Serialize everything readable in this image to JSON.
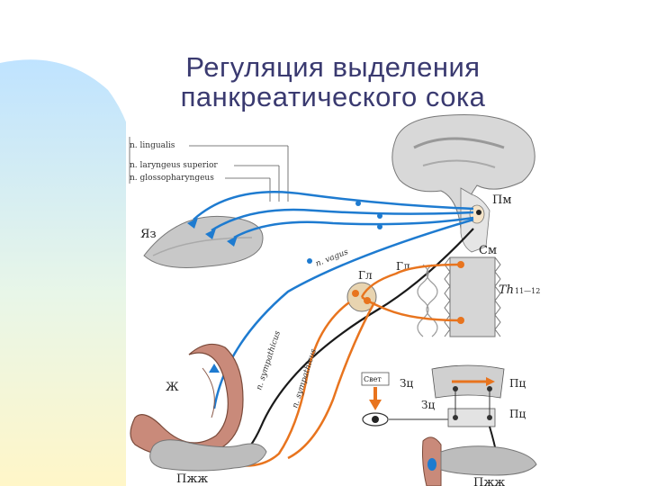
{
  "title": {
    "line1": "Регуляция выделения",
    "line2": "панкреатического сока"
  },
  "figure": {
    "nerve_labels": {
      "lingualis": "n. lingualis",
      "laryngeus": "n. laryngeus superior",
      "glosso": "n. glossopharyngeus",
      "vagus": "n. vagus",
      "sympathicus1": "n. sympathicus",
      "sympathicus2": "n. sympathicus"
    },
    "organ_labels": {
      "tongue": "Яз",
      "medulla": "Пм",
      "spinal": "См",
      "ganglion_upper": "Гл",
      "ganglion_lower": "Гл",
      "thoracic": "Th",
      "thoracic_segments": "11—12",
      "stomach": "Ж",
      "pancreas_left": "Пжж",
      "pancreas_right": "Пжж",
      "light": "Свет",
      "zc_top": "Зц",
      "zc_bottom": "Зц",
      "pc_top": "Пц",
      "pc_bottom": "Пц"
    }
  },
  "colors": {
    "title": "#3a3a70",
    "afferent": "#1e7bd0",
    "efferent": "#e8741e",
    "vagus": "#1a1a1a",
    "gradient_top": "#bfe3ff",
    "gradient_bottom": "#fff6c8"
  }
}
